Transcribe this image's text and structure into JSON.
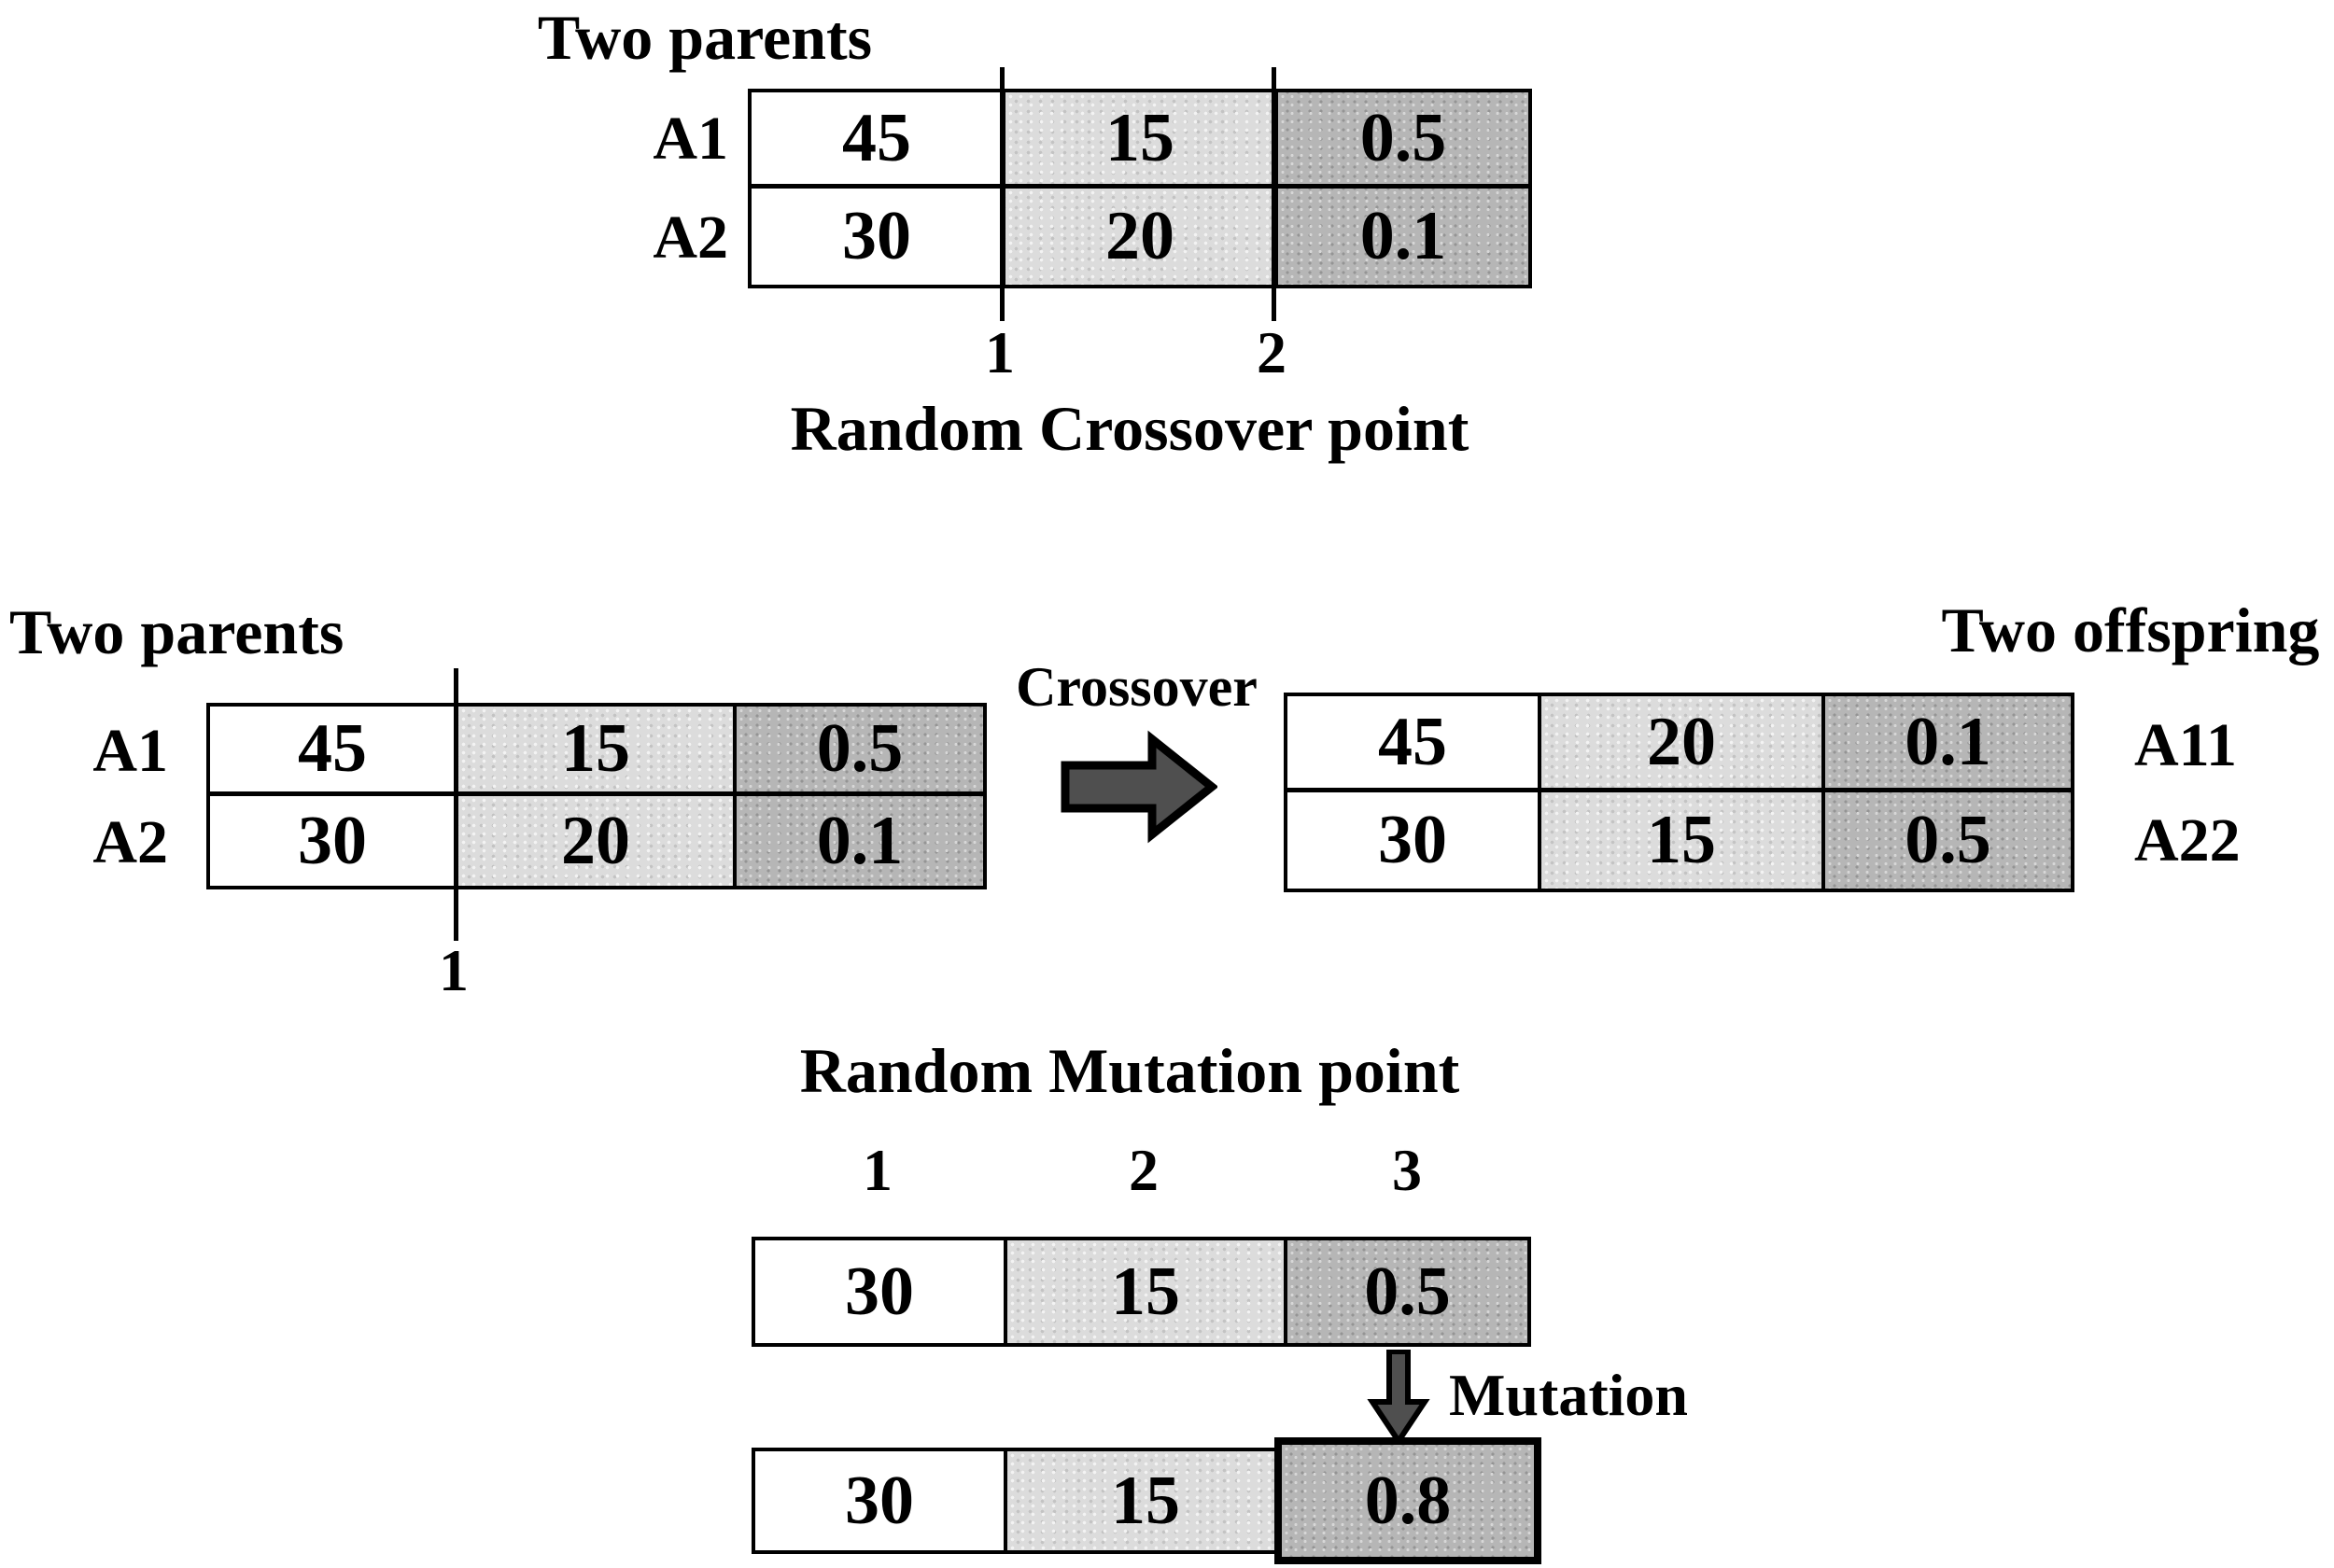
{
  "colors": {
    "cell_white": "#ffffff",
    "cell_light_gray": "#dcdcdc",
    "cell_dark_gray": "#b6b6b6",
    "border_black": "#000000",
    "arrow_fill": "#4f4f4f"
  },
  "top": {
    "title": "Two parents",
    "row_labels": [
      "A1",
      "A2"
    ],
    "rows": [
      [
        "45",
        "15",
        "0.5"
      ],
      [
        "30",
        "20",
        "0.1"
      ]
    ],
    "crossover_markers": [
      "1",
      "2"
    ],
    "caption": "Random Crossover point"
  },
  "middle": {
    "left": {
      "title": "Two parents",
      "row_labels": [
        "A1",
        "A2"
      ],
      "rows": [
        [
          "45",
          "15",
          "0.5"
        ],
        [
          "30",
          "20",
          "0.1"
        ]
      ],
      "crossover_marker": "1"
    },
    "arrow_label": "Crossover",
    "right": {
      "title": "Two offspring",
      "row_labels": [
        "A11",
        "A22"
      ],
      "rows": [
        [
          "45",
          "20",
          "0.1"
        ],
        [
          "30",
          "15",
          "0.5"
        ]
      ]
    }
  },
  "bottom": {
    "title": "Random Mutation point",
    "position_markers": [
      "1",
      "2",
      "3"
    ],
    "before": [
      "30",
      "15",
      "0.5"
    ],
    "arrow_label": "Mutation",
    "after": [
      "30",
      "15",
      "0.8"
    ]
  }
}
